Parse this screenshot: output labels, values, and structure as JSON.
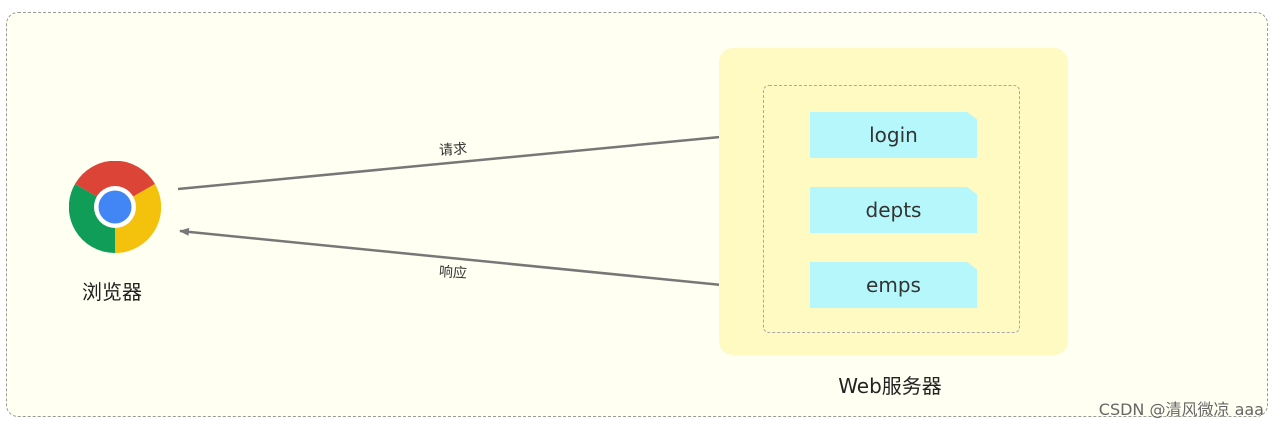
{
  "browser": {
    "label": "浏览器",
    "icon": "chrome-browser-icon"
  },
  "request": {
    "label": "请求"
  },
  "response": {
    "label": "响应"
  },
  "server": {
    "label": "Web服务器",
    "modules": [
      "login",
      "depts",
      "emps"
    ]
  },
  "watermark": "CSDN @清风微凉 aaa",
  "colors": {
    "background": "#fffff2",
    "server_fill": "#fff9c2",
    "module_fill": "#b5f7fb",
    "arrow": "#777777"
  }
}
